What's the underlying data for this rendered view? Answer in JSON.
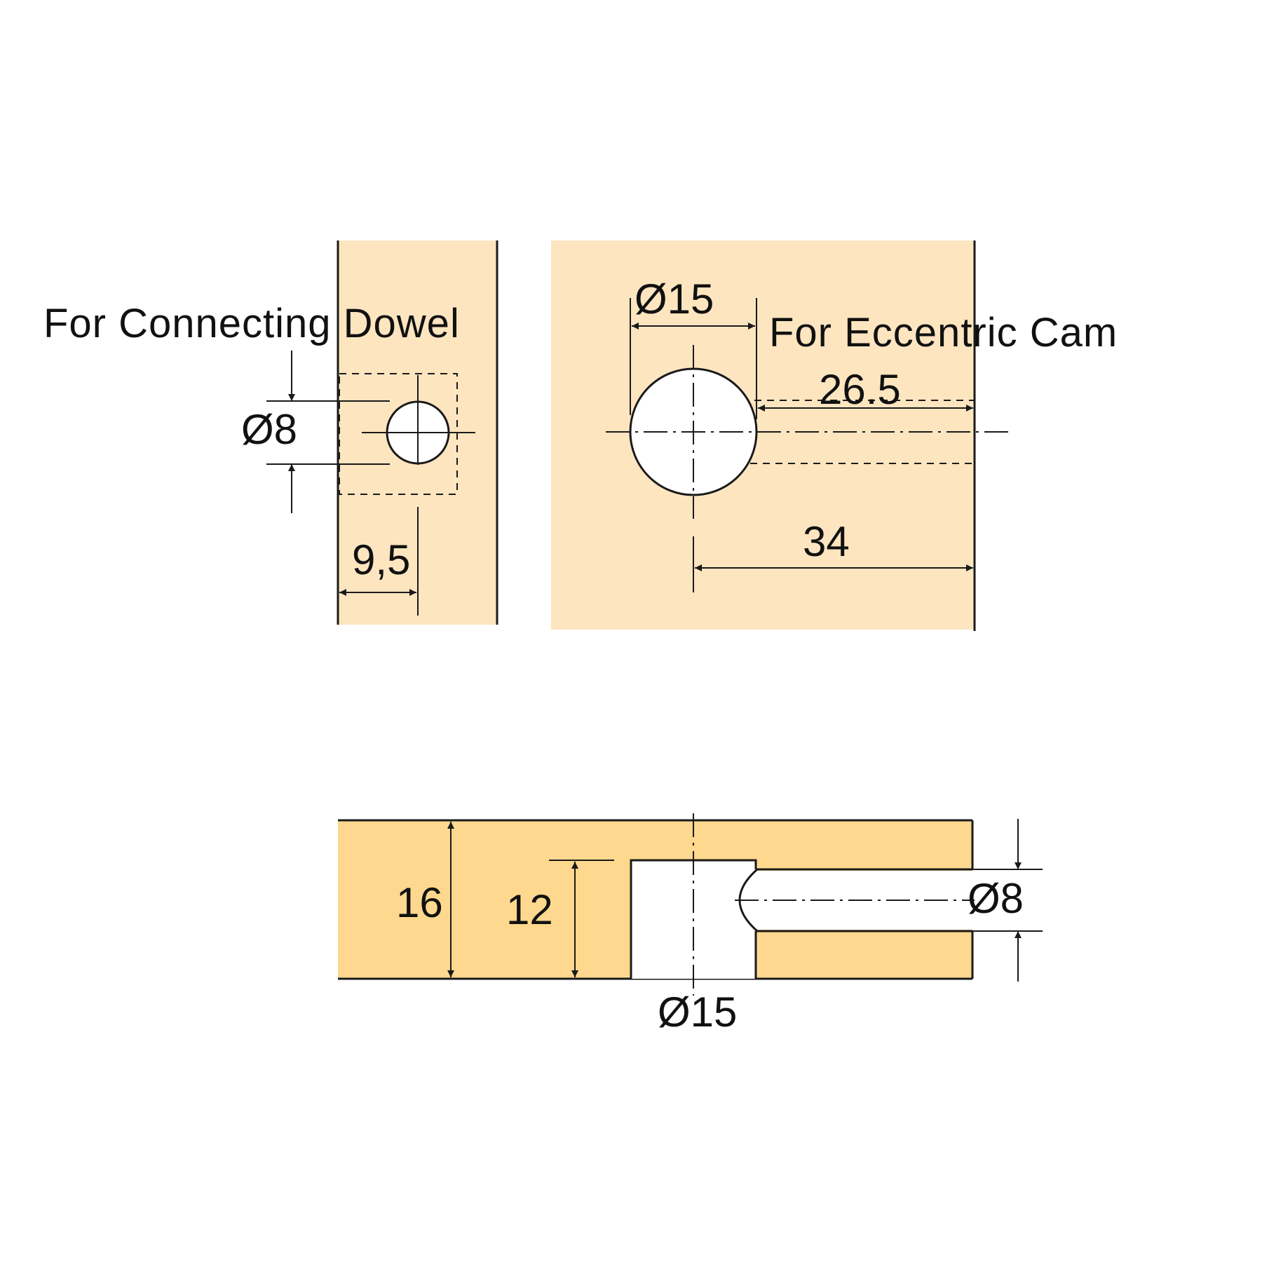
{
  "labels": {
    "dowel_title": "For Connecting Dowel",
    "cam_title": "For Eccentric Cam",
    "dowel_hole_dia": "Ø8",
    "dowel_edge_offset": "9,5",
    "cam_hole_dia": "Ø15",
    "cam_bore_length": "26.5",
    "cam_center_offset": "34",
    "panel_thickness": "16",
    "cam_depth": "12",
    "section_cam_dia": "Ø15",
    "section_bore_dia": "Ø8"
  },
  "colors": {
    "panel_light": "#fde5c0",
    "panel_section": "#fdd88e",
    "line": "#1a1a1a",
    "hole": "#ffffff"
  }
}
